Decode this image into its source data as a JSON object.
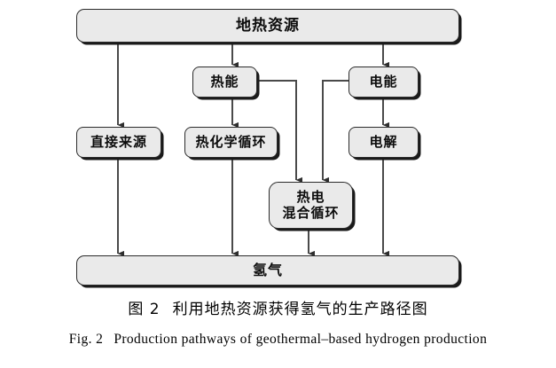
{
  "figure": {
    "diagram_type": "flowchart",
    "background_color": "#ffffff",
    "node_fill_color": "#eaeaea",
    "node_border_color": "#2b2b2b",
    "connector_color": "#4a4a4a",
    "nodes": {
      "geothermal": "地热资源",
      "thermal_energy": "热能",
      "electric_energy": "电能",
      "direct_source": "直接来源",
      "thermochemical_cycle": "热化学循环",
      "electrolysis": "电解",
      "hybrid_cycle": "热电\n混合循环",
      "hydrogen": "氢气"
    },
    "edges": [
      {
        "from": "geothermal",
        "to": "direct_source"
      },
      {
        "from": "geothermal",
        "to": "thermal_energy"
      },
      {
        "from": "geothermal",
        "to": "electric_energy"
      },
      {
        "from": "thermal_energy",
        "to": "thermochemical_cycle"
      },
      {
        "from": "thermal_energy",
        "to": "hybrid_cycle"
      },
      {
        "from": "electric_energy",
        "to": "electrolysis"
      },
      {
        "from": "electric_energy",
        "to": "hybrid_cycle"
      },
      {
        "from": "direct_source",
        "to": "hydrogen"
      },
      {
        "from": "thermochemical_cycle",
        "to": "hydrogen"
      },
      {
        "from": "hybrid_cycle",
        "to": "hydrogen"
      },
      {
        "from": "electrolysis",
        "to": "hydrogen"
      }
    ]
  },
  "caption_cn": {
    "figure_number": "图 2",
    "text": "利用地热资源获得氢气的生产路径图"
  },
  "caption_en": {
    "figure_number": "Fig. 2",
    "text": "Production pathways of geothermal–based hydrogen production"
  }
}
